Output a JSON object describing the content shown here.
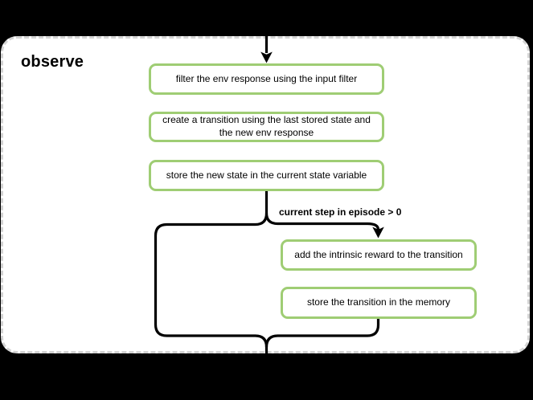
{
  "diagram": {
    "title": "observe",
    "nodes": [
      {
        "id": "filter_env_response",
        "label": "filter the env response using the input filter"
      },
      {
        "id": "create_transition",
        "label": "create a transition using the last stored state and the new env response"
      },
      {
        "id": "store_new_state",
        "label": "store the new state in the current state variable"
      },
      {
        "id": "add_intrinsic_reward",
        "label": "add the intrinsic reward to the transition"
      },
      {
        "id": "store_transition",
        "label": "store the transition in the memory"
      }
    ],
    "condition_label": "current step in episode > 0",
    "colors": {
      "background": "#000000",
      "group_fill": "#ffffff",
      "group_border": "#d4d4d4",
      "node_border": "#9fcd74",
      "node_fill": "#ffffff",
      "connector": "#000000",
      "text": "#000000"
    }
  }
}
